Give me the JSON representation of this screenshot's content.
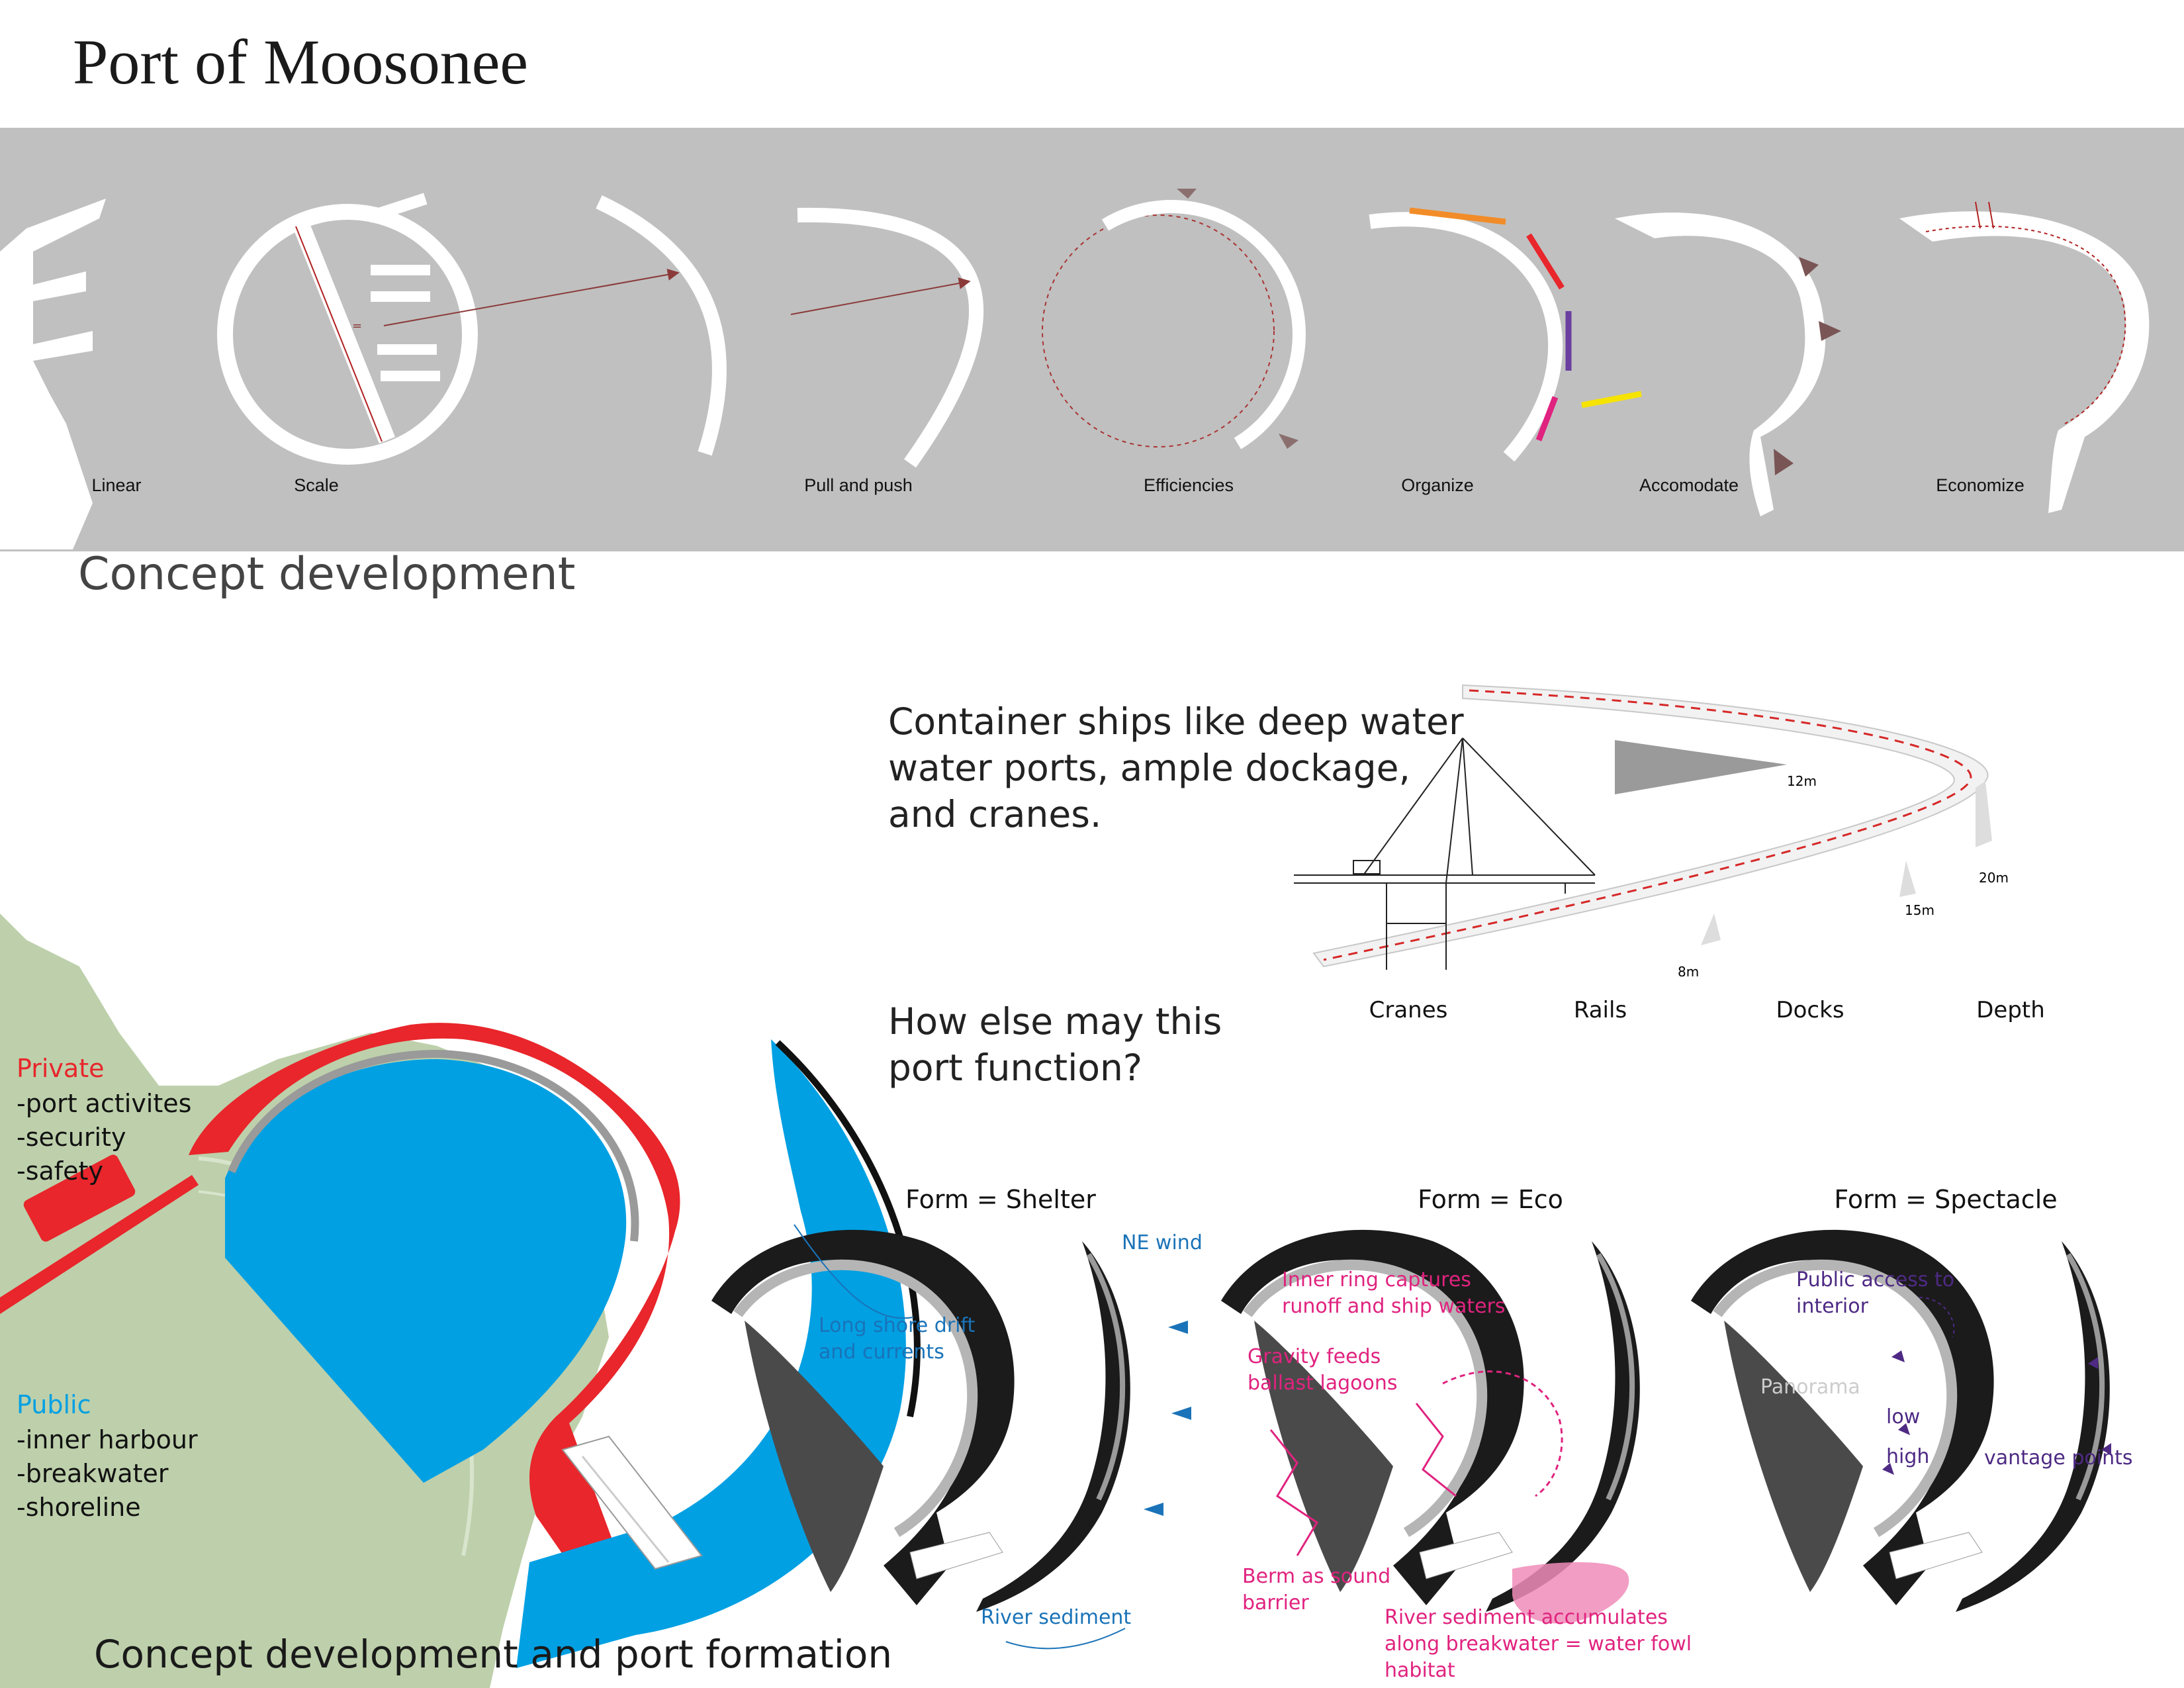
{
  "page": {
    "title": "Port of Moosonee"
  },
  "concept_strip": {
    "stages": [
      {
        "id": "linear",
        "label": "Linear"
      },
      {
        "id": "scale",
        "label": "Scale"
      },
      {
        "id": "pull-push",
        "label": "Pull and push"
      },
      {
        "id": "efficiencies",
        "label": "Efficiencies"
      },
      {
        "id": "organize",
        "label": "Organize"
      },
      {
        "id": "accomodate",
        "label": "Accomodate"
      },
      {
        "id": "economize",
        "label": "Economize"
      }
    ],
    "scale_mark": "="
  },
  "headings": {
    "concept": "Concept development",
    "bottom": "Concept development  and port formation"
  },
  "container_text": "Container ships like deep water water ports, ample dockage, and cranes.",
  "section": {
    "labels": [
      "Cranes",
      "Rails",
      "Docks",
      "Depth"
    ],
    "depths": [
      "12m",
      "20m",
      "15m",
      "8m"
    ]
  },
  "how_else_text": "How else may this port function?",
  "legend": {
    "private": {
      "heading": "Private",
      "items": [
        "-port activites",
        "-security",
        "-safety"
      ]
    },
    "public": {
      "heading": "Public",
      "items": [
        "-inner harbour",
        "-breakwater",
        "-shoreline"
      ]
    }
  },
  "forms": [
    {
      "title": "Form = Shelter",
      "notes": [
        "NE wind",
        "Long shore drift and currents",
        "River sediment"
      ]
    },
    {
      "title": "Form = Eco",
      "notes": [
        "Inner ring captures runoff and ship waters",
        "Gravity feeds ballast lagoons",
        "Berm as sound barrier",
        "River sediment accumulates along breakwater = water fowl habitat"
      ]
    },
    {
      "title": "Form = Spectacle",
      "notes": [
        "Public access to interior",
        "Panorama",
        "low",
        "high",
        "vantage points"
      ]
    }
  ],
  "colors": {
    "private": "#e8262b",
    "public": "#00a0e3",
    "land": "#bdd0ab",
    "band": "#c0c0c0",
    "shelter_note": "#1a73b8",
    "eco_note": "#e0237f",
    "spectacle_note": "#4e2a84"
  }
}
